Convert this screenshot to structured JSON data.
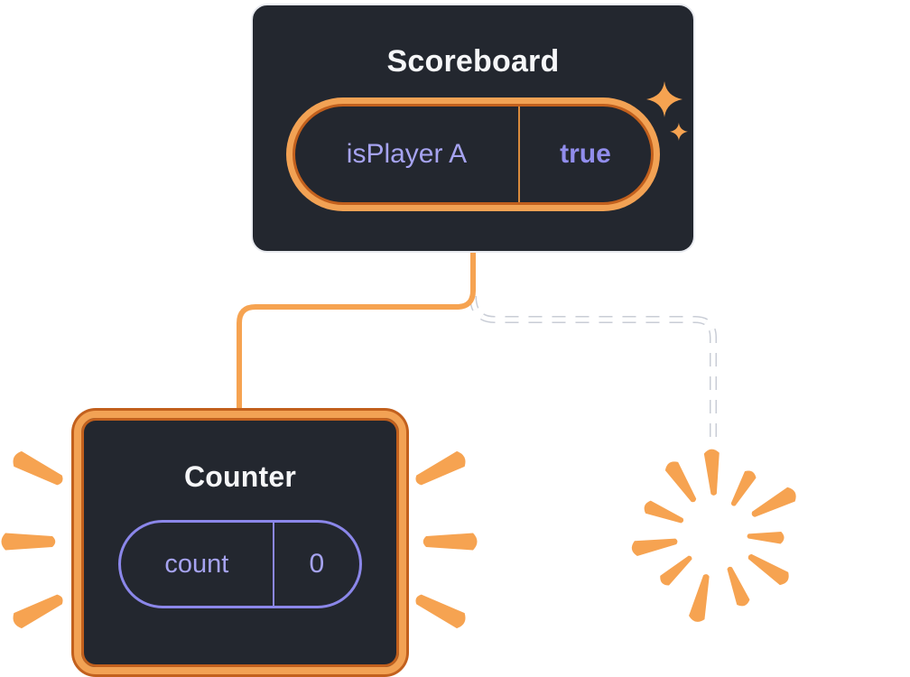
{
  "scoreboard": {
    "title": "Scoreboard",
    "state": {
      "key": "isPlayer A",
      "value": "true"
    }
  },
  "counter": {
    "title": "Counter",
    "state": {
      "key": "count",
      "value": "0"
    }
  },
  "colors": {
    "card_bg": "#23272F",
    "card_border_light": "#E8EAEF",
    "highlight_orange": "#F2A254",
    "orange_dark": "#C2601D",
    "accent_purple": "#8B87EA",
    "text_purple": "#A6A3F0",
    "text_white": "#F6F7F9",
    "connector_solid": "#F6A351",
    "connector_dashed": "#FFFFFF"
  },
  "icons": {
    "sparkle": "sparkle-icon",
    "burst": "burst-icon",
    "emphasis_rays": "emphasis-rays"
  }
}
